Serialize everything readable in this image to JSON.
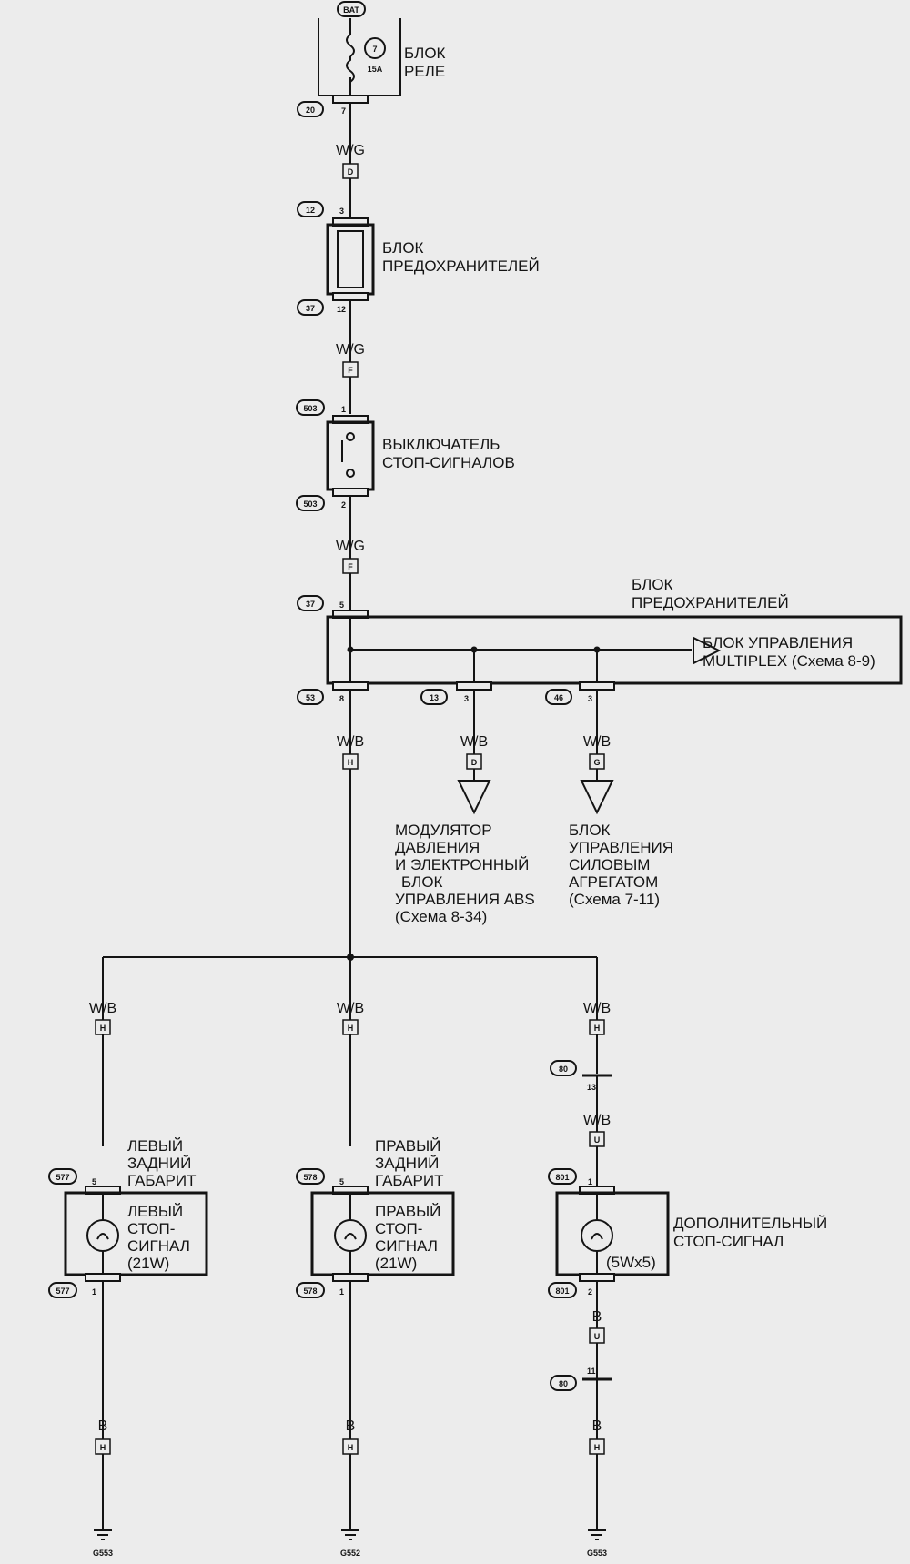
{
  "source": {
    "bat": "BAT"
  },
  "relay_block": {
    "label": [
      "БЛОК",
      "РЕЛЕ"
    ],
    "fuse_number": "7",
    "fuse_rating": "15A",
    "connector": "20",
    "pin": "7"
  },
  "fuse_block_1": {
    "label": [
      "БЛОК",
      "ПРЕДОХРАНИТЕЛЕЙ"
    ],
    "conn_top": "12",
    "pin_top": "3",
    "conn_bottom": "37",
    "pin_bottom": "12"
  },
  "brake_switch": {
    "label": [
      "ВЫКЛЮЧАТЕЛЬ",
      "СТОП-СИГНАЛОВ"
    ],
    "conn_top": "503",
    "pin_top": "1",
    "conn_bottom": "503",
    "pin_bottom": "2"
  },
  "fuse_block_2": {
    "label": [
      "БЛОК",
      "ПРЕДОХРАНИТЕЛЕЙ"
    ],
    "conn_top": "37",
    "pin_top": "5",
    "conn_bottom": "53",
    "pin_bottom": "8",
    "conn_abs": "13",
    "pin_abs": "3",
    "conn_pcm": "46",
    "pin_pcm": "3",
    "multiplex_label": [
      "БЛОК УПРАВЛЕНИЯ",
      "MULTIPLEX (Схема 8-9)"
    ]
  },
  "wires": {
    "w1": {
      "color": "W/G",
      "code": "D"
    },
    "w2": {
      "color": "W/G",
      "code": "F"
    },
    "w3": {
      "color": "W/G",
      "code": "F"
    },
    "w4": {
      "color": "W/B",
      "code": "H"
    },
    "w_abs": {
      "color": "W/B",
      "code": "D"
    },
    "w_pcm": {
      "color": "W/B",
      "code": "G"
    },
    "w_left": {
      "color": "W/B",
      "code": "H"
    },
    "w_mid": {
      "color": "W/B",
      "code": "H"
    },
    "w_right": {
      "color": "W/B",
      "code": "H"
    },
    "w_right2": {
      "color": "W/B",
      "code": "U"
    },
    "w_right3": {
      "color": "B",
      "code": "U"
    },
    "g_left": {
      "color": "B",
      "code": "H"
    },
    "g_mid": {
      "color": "B",
      "code": "H"
    },
    "g_right": {
      "color": "B",
      "code": "H"
    }
  },
  "abs_module": {
    "label": [
      "МОДУЛЯТОР",
      "ДАВЛЕНИЯ",
      "И ЭЛЕКТРОННЫЙ",
      "БЛОК",
      "УПРАВЛЕНИЯ ABS",
      "(Схема 8-34)"
    ]
  },
  "pcm_module": {
    "label": [
      "БЛОК",
      "УПРАВЛЕНИЯ",
      "СИЛОВЫМ",
      "АГРЕГАТОМ",
      "(Схема 7-11)"
    ]
  },
  "right_connector_80": {
    "conn": "80",
    "pin_a": "13",
    "pin_b": "11"
  },
  "lamp_left": {
    "caption": [
      "ЛЕВЫЙ",
      "ЗАДНИЙ",
      "ГАБАРИТ"
    ],
    "inner": [
      "ЛЕВЫЙ",
      "СТОП-",
      "СИГНАЛ",
      "(21W)"
    ],
    "conn_top": "577",
    "pin_top": "5",
    "conn_bottom": "577",
    "pin_bottom": "1",
    "ground": "G553"
  },
  "lamp_mid": {
    "caption": [
      "ПРАВЫЙ",
      "ЗАДНИЙ",
      "ГАБАРИТ"
    ],
    "inner": [
      "ПРАВЫЙ",
      "СТОП-",
      "СИГНАЛ",
      "(21W)"
    ],
    "conn_top": "578",
    "pin_top": "5",
    "conn_bottom": "578",
    "pin_bottom": "1",
    "ground": "G552"
  },
  "lamp_right": {
    "caption": [
      "ДОПОЛНИТЕЛЬНЫЙ",
      "СТОП-СИГНАЛ"
    ],
    "inner": [
      "(5Wx5)"
    ],
    "conn_top": "801",
    "pin_top": "1",
    "conn_bottom": "801",
    "pin_bottom": "2",
    "ground": "G553"
  }
}
